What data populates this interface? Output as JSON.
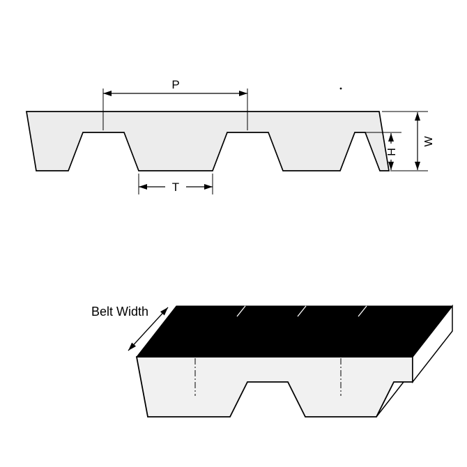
{
  "diagram": {
    "labels": {
      "pitch": "P",
      "tooth": "T",
      "height": "H",
      "width": "W",
      "belt_width": "Belt Width"
    },
    "colors": {
      "outline": "#000000",
      "belt_fill": "#ececec",
      "front_face_fill": "#f1f1f1",
      "top_face_fill": "#000000",
      "end_face_fill": "#ffffff",
      "background": "#ffffff"
    }
  }
}
